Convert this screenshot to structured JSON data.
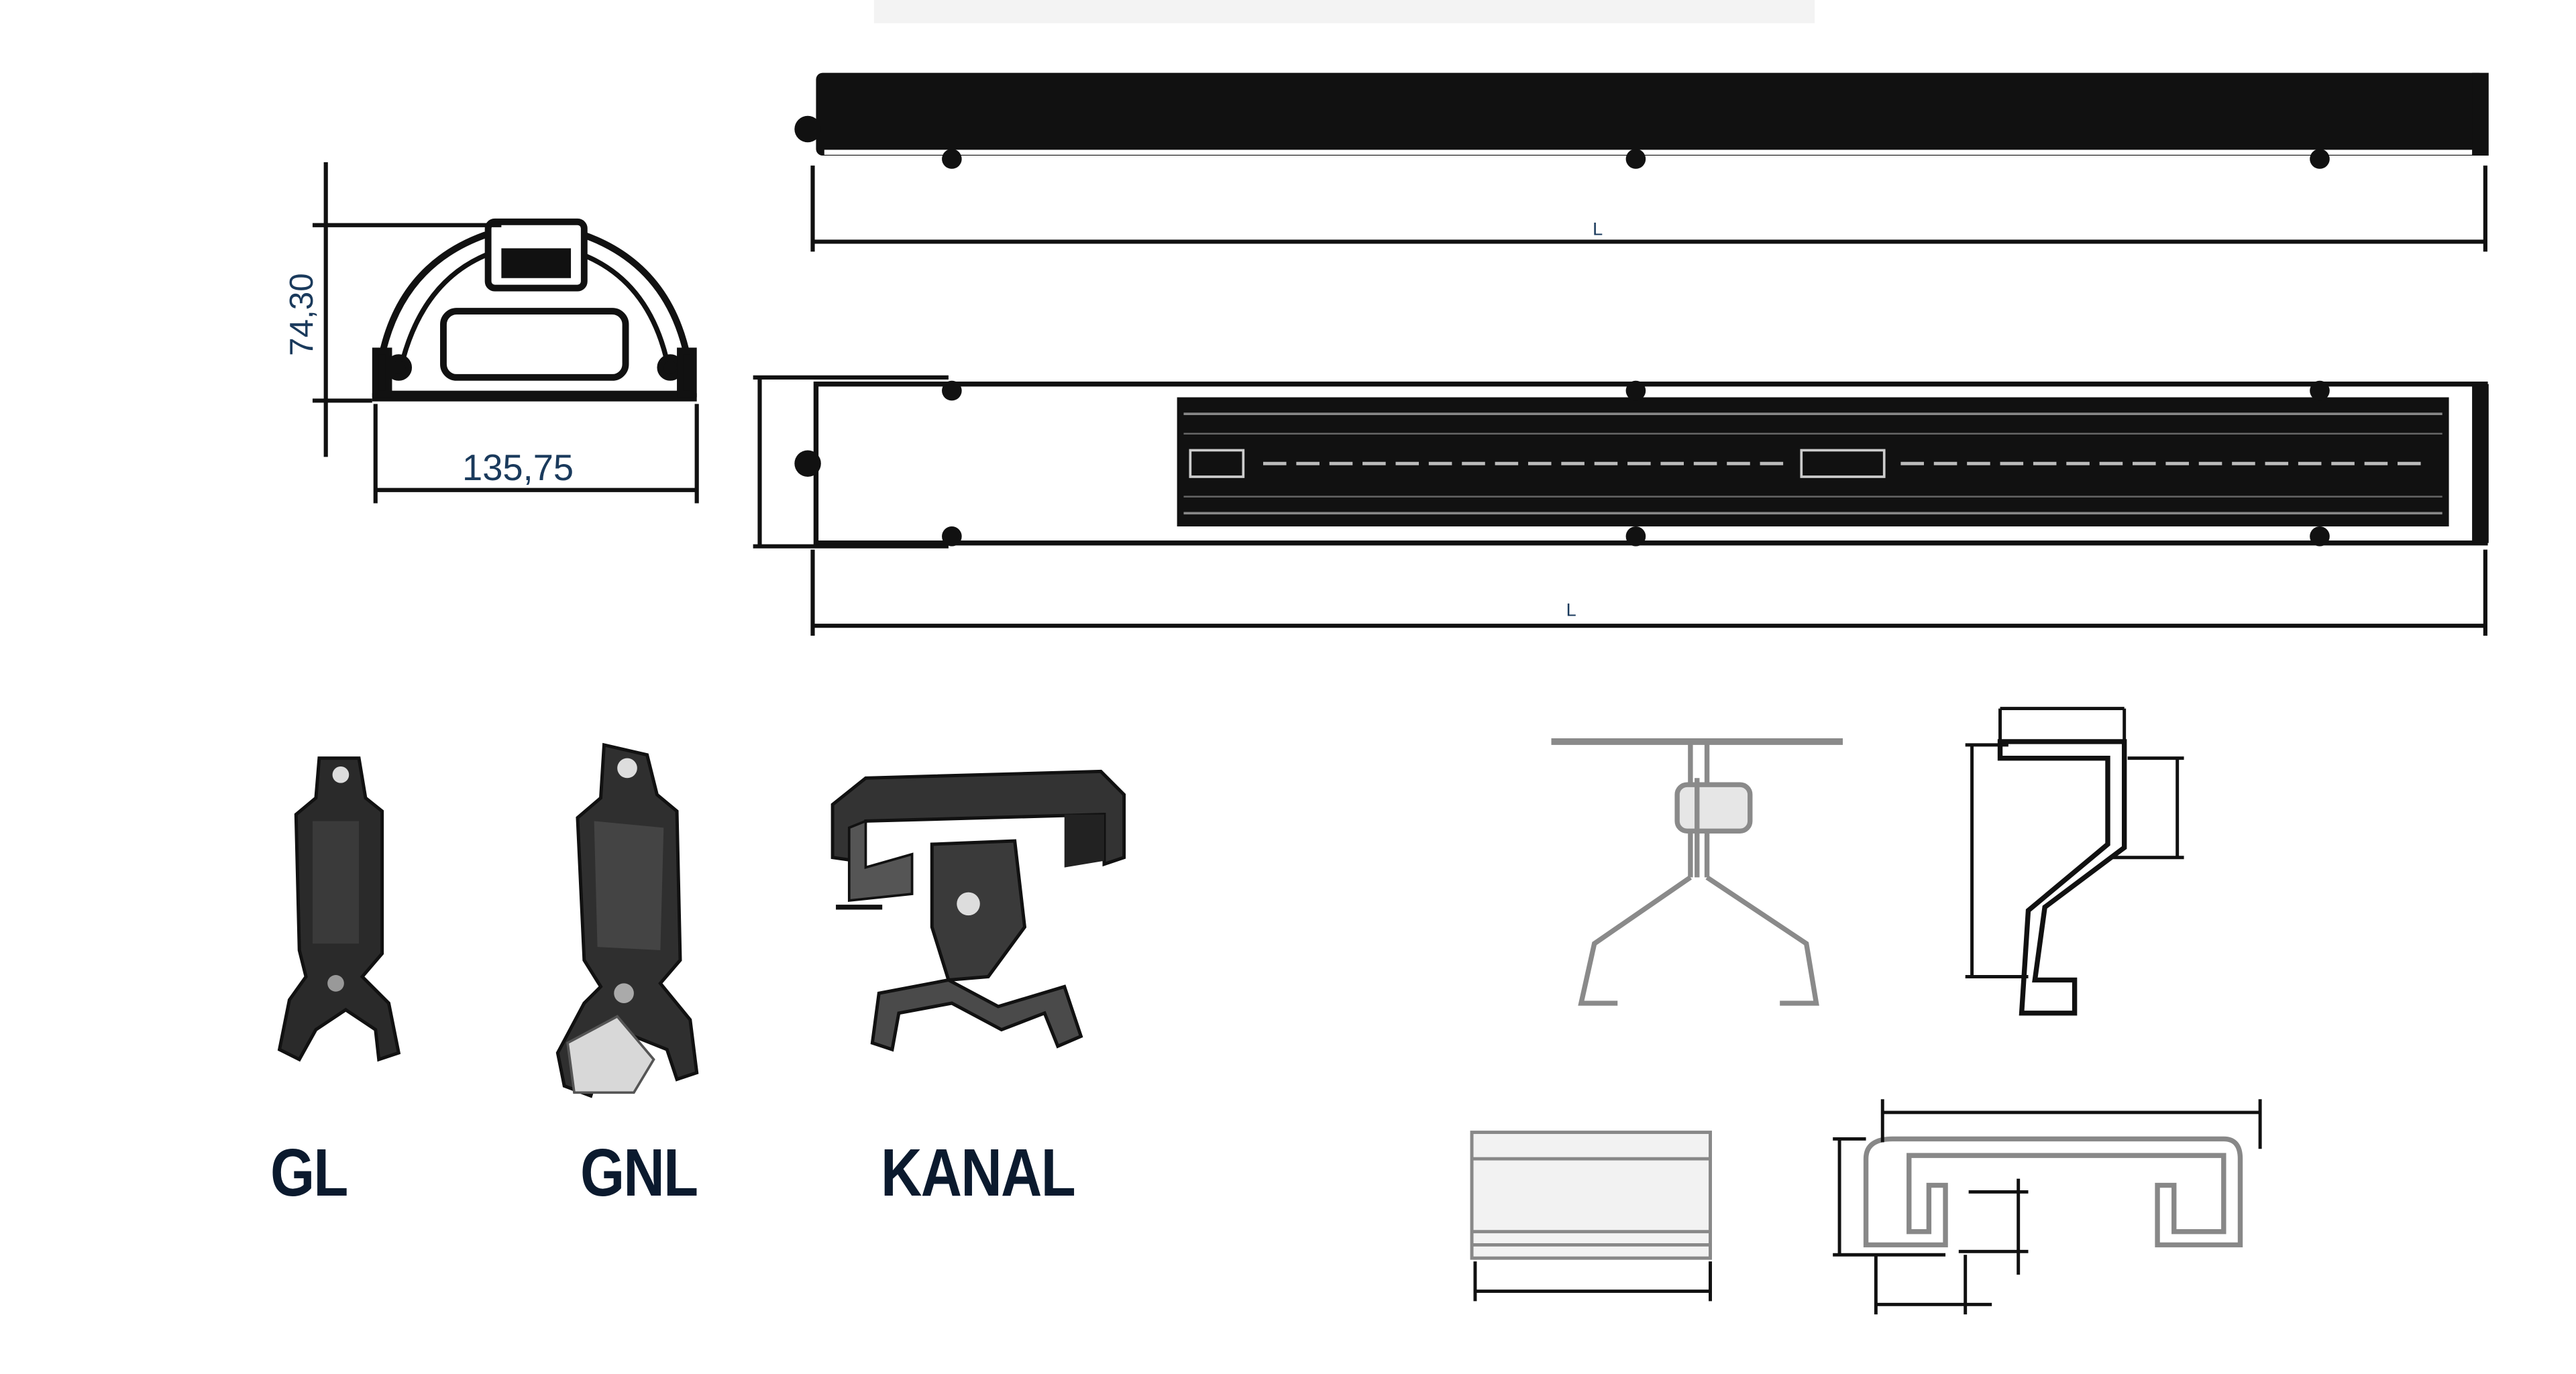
{
  "dimensions": {
    "height": "74,30",
    "width": "135,75",
    "length_top": "L",
    "length_bottom": "L"
  },
  "mounts": [
    {
      "label": "GL"
    },
    {
      "label": "GNL"
    },
    {
      "label": "KANAL"
    }
  ],
  "colors": {
    "line": "#0d0d0d",
    "dimension_text": "#1a3a5c",
    "label": "#0b1a2e",
    "bracket_line": "#8a8a8a"
  }
}
